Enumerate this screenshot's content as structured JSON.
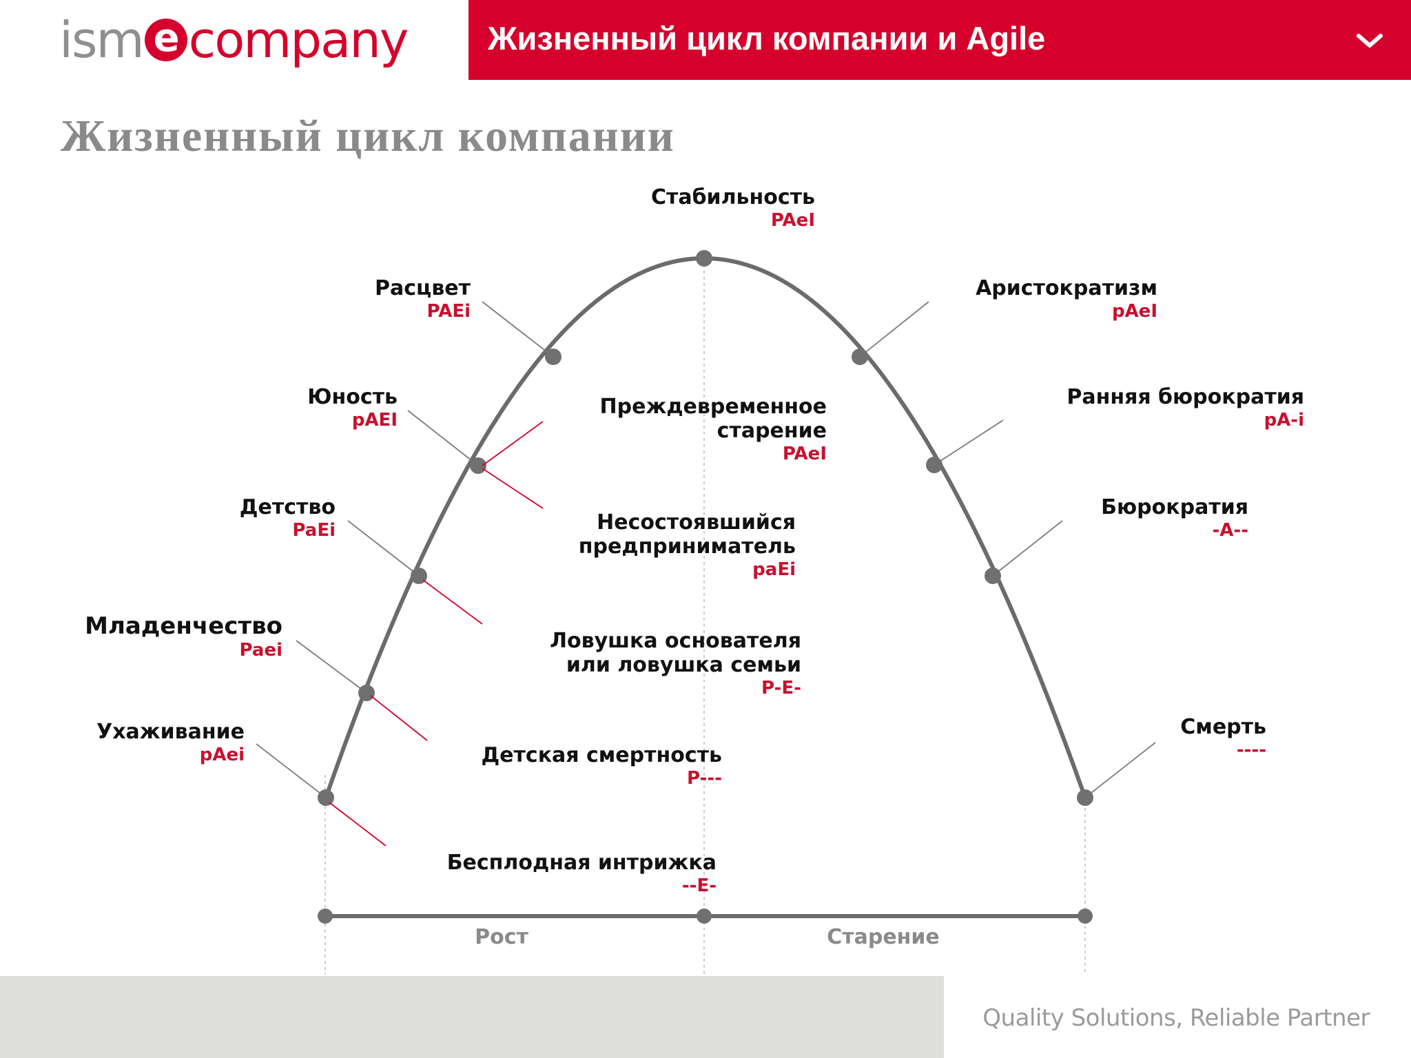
{
  "header": {
    "logo_part1": "ism",
    "logo_e": "e",
    "logo_part2": "company",
    "title": "Жизненный цикл компании и Agile",
    "menu_icon": "chevron-down-icon"
  },
  "page_title": "Жизненный цикл компании",
  "stages": [
    {
      "name": "Ухаживание",
      "code": "pAei",
      "side": "left"
    },
    {
      "name": "Младенчество",
      "code": "Paei",
      "side": "left"
    },
    {
      "name": "Детство",
      "code": "PaEi",
      "side": "left"
    },
    {
      "name": "Юность",
      "code": "pAEI",
      "side": "left"
    },
    {
      "name": "Расцвет",
      "code": "PAEi",
      "side": "left"
    },
    {
      "name": "Стабильность",
      "code": "PAeI",
      "side": "top"
    },
    {
      "name": "Аристократизм",
      "code": "pAeI",
      "side": "right"
    },
    {
      "name": "Ранняя бюрократия",
      "code": "pA-i",
      "side": "right"
    },
    {
      "name": "Бюрократия",
      "code": "-A--",
      "side": "right"
    },
    {
      "name": "Смерть",
      "code": "----",
      "side": "right"
    }
  ],
  "pathologies": [
    {
      "name": "Бесплодная интрижка",
      "code": "--E-"
    },
    {
      "name": "Детская смертность",
      "code": "P---"
    },
    {
      "name": "Ловушка основателя",
      "name2": "или ловушка семьи",
      "code": "P-E-"
    },
    {
      "name": "Несостоявшийся",
      "name2": "предприниматель",
      "code": "paEi"
    },
    {
      "name": "Преждевременное",
      "name2": "старение",
      "code": "PAeI"
    }
  ],
  "axis": {
    "growth_label": "Рост",
    "aging_label": "Старение"
  },
  "colors": {
    "brand_red": "#d5002b",
    "curve": "#6b6b6b",
    "label_text": "#111111",
    "code_red": "#c8102e"
  },
  "footer": {
    "tagline": "Quality Solutions, Reliable Partner"
  }
}
